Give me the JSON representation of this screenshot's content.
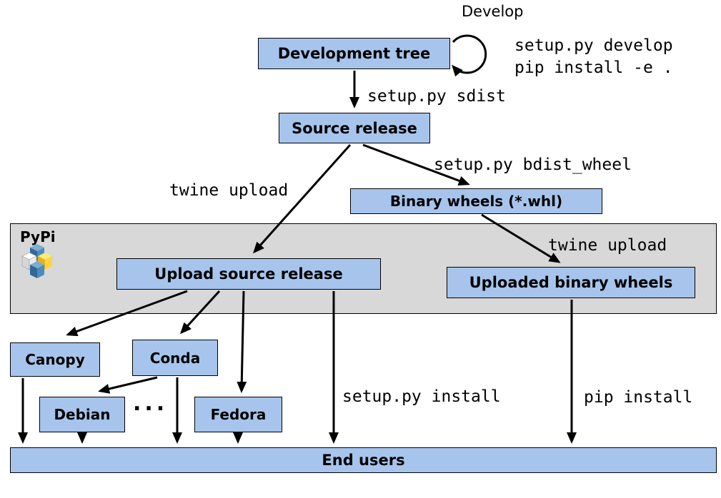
{
  "nodes": {
    "development_tree": {
      "label": "Development tree"
    },
    "source_release": {
      "label": "Source release"
    },
    "binary_wheels": {
      "label": "Binary wheels (*.whl)"
    },
    "upload_source_release": {
      "label": "Upload source release"
    },
    "uploaded_binary_wheels": {
      "label": "Uploaded binary wheels"
    },
    "canopy": {
      "label": "Canopy"
    },
    "conda": {
      "label": "Conda"
    },
    "debian": {
      "label": "Debian"
    },
    "fedora": {
      "label": "Fedora"
    },
    "ellipsis": {
      "label": "..."
    },
    "end_users": {
      "label": "End users"
    }
  },
  "regions": {
    "pypi": {
      "label": "PyPi"
    }
  },
  "edge_labels": {
    "develop": "Develop",
    "setup_develop": "setup.py develop",
    "pip_install_editable": "pip install -e .",
    "setup_sdist": "setup.py sdist",
    "twine_upload_source": "twine upload",
    "setup_bdist_wheel": "setup.py bdist_wheel",
    "twine_upload_wheels": "twine upload",
    "setup_install": "setup.py install",
    "pip_install": "pip install"
  },
  "colors": {
    "node_fill": "#A7C5EC",
    "band_fill": "#D8D8D8",
    "arrow": "#000000",
    "pypi_blue": "#306998",
    "pypi_blue_light": "#4B8BBE",
    "pypi_yellow": "#FFD43B",
    "pypi_yellow_light": "#FFE873"
  }
}
